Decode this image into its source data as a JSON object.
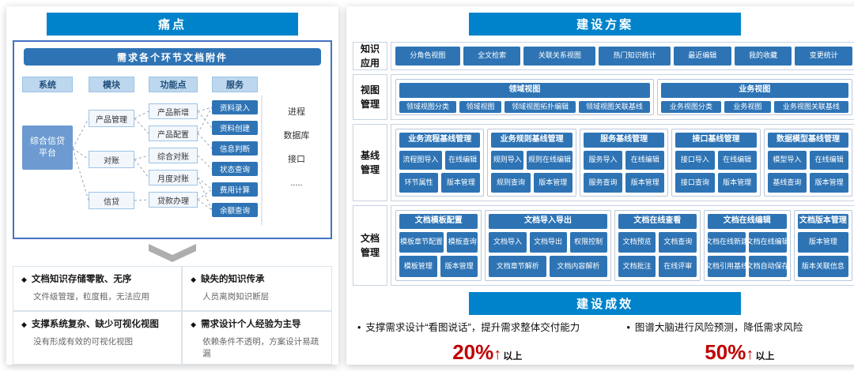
{
  "pain_panel": {
    "title": "痛点",
    "diagram": {
      "title": "需求各个环节文档附件",
      "col_headers": [
        "系统",
        "模块",
        "功能点",
        "服务"
      ],
      "system": "综合信贷平台",
      "modules": [
        "产品管理",
        "对账",
        "信贷"
      ],
      "functions": [
        "产品新增",
        "产品配置",
        "综合对账",
        "月度对账",
        "贷款办理"
      ],
      "services": [
        "资料录入",
        "资料创建",
        "信息判断",
        "状态查询",
        "费用计算",
        "余额查询"
      ],
      "side_items": [
        "进程",
        "数据库",
        "接口",
        "....."
      ]
    },
    "bullet": "◆",
    "points": [
      {
        "title": "文档知识存储零散、无序",
        "desc": "文件级管理，粒度粗，无法应用"
      },
      {
        "title": "缺失的知识传承",
        "desc": "人员离岗知识断层"
      },
      {
        "title": "支撑系统复杂、缺少可视化视图",
        "desc": "没有形成有效的可视化视图"
      },
      {
        "title": "需求设计个人经验为主导",
        "desc": "依赖条件不透明，方案设计易疏漏"
      }
    ]
  },
  "plan_panel": {
    "title": "建设方案",
    "rows": [
      {
        "label": "知识应用",
        "groups": [
          {
            "title": "",
            "button_rows": [
              [
                "分角色视图",
                "全文检索",
                "关联关系视图",
                "热门知识统计",
                "最近编辑",
                "我的收藏",
                "变更统计"
              ]
            ]
          }
        ]
      },
      {
        "label": "视图管理",
        "groups": [
          {
            "title": "领域视图",
            "button_rows": [
              [
                "领域视图分类",
                "领域视图",
                "领域视图拓扑编辑",
                "领域视图关联基线"
              ]
            ]
          },
          {
            "title": "业务视图",
            "button_rows": [
              [
                "业务视图分类",
                "业务视图",
                "业务视图关联基线"
              ]
            ]
          }
        ]
      },
      {
        "label": "基线管理",
        "groups": [
          {
            "title": "业务流程基线管理",
            "button_rows": [
              [
                "流程图导入",
                "在线编辑"
              ],
              [
                "环节属性",
                "版本管理"
              ]
            ]
          },
          {
            "title": "业务规则基线管理",
            "button_rows": [
              [
                "规则导入",
                "规则在线编辑"
              ],
              [
                "规则查询",
                "版本管理"
              ]
            ]
          },
          {
            "title": "服务基线管理",
            "button_rows": [
              [
                "服务导入",
                "在线编辑"
              ],
              [
                "服务查询",
                "版本管理"
              ]
            ]
          },
          {
            "title": "接口基线管理",
            "button_rows": [
              [
                "接口导入",
                "在线编辑"
              ],
              [
                "接口查询",
                "版本管理"
              ]
            ]
          },
          {
            "title": "数据模型基线管理",
            "button_rows": [
              [
                "模型导入",
                "在线编辑"
              ],
              [
                "基线查询",
                "版本管理"
              ]
            ]
          }
        ]
      },
      {
        "label": "文档管理",
        "groups": [
          {
            "title": "文档模板配置",
            "button_rows": [
              [
                "模板章节配置",
                "模板查询"
              ],
              [
                "模板管理",
                "版本管理"
              ]
            ]
          },
          {
            "title": "文档导入导出",
            "button_rows": [
              [
                "文档导入",
                "文档导出",
                "权限控制"
              ],
              [
                "文档章节解析",
                "文档内容解析"
              ]
            ]
          },
          {
            "title": "文档在线查看",
            "button_rows": [
              [
                "文档预览",
                "文档查询"
              ],
              [
                "文档批注",
                "在线评审"
              ]
            ]
          },
          {
            "title": "文档在线编辑",
            "button_rows": [
              [
                "文档在线新建",
                "文档在线编辑"
              ],
              [
                "文档引用基线",
                "文档自动保存"
              ]
            ]
          },
          {
            "title": "文档版本管理",
            "button_rows": [
              [
                "版本管理"
              ],
              [
                "版本关联信息"
              ]
            ]
          }
        ]
      }
    ]
  },
  "results_panel": {
    "title": "建设成效",
    "bullet": "•",
    "items": [
      {
        "text": "支撑需求设计“看图说话”，提升需求整体交付能力",
        "value": "20%",
        "arrow": "↑",
        "suffix": "以上"
      },
      {
        "text": "图谱大脑进行风险预测，降低需求风险",
        "value": "50%",
        "arrow": "↑",
        "suffix": "以上"
      }
    ]
  },
  "colors": {
    "header_blue": "#0083CB",
    "button_blue": "#2E74B5",
    "diagram_border_blue": "#4472C4",
    "column_header_blue": "#BDD7EE",
    "accent_red": "#C00000"
  }
}
